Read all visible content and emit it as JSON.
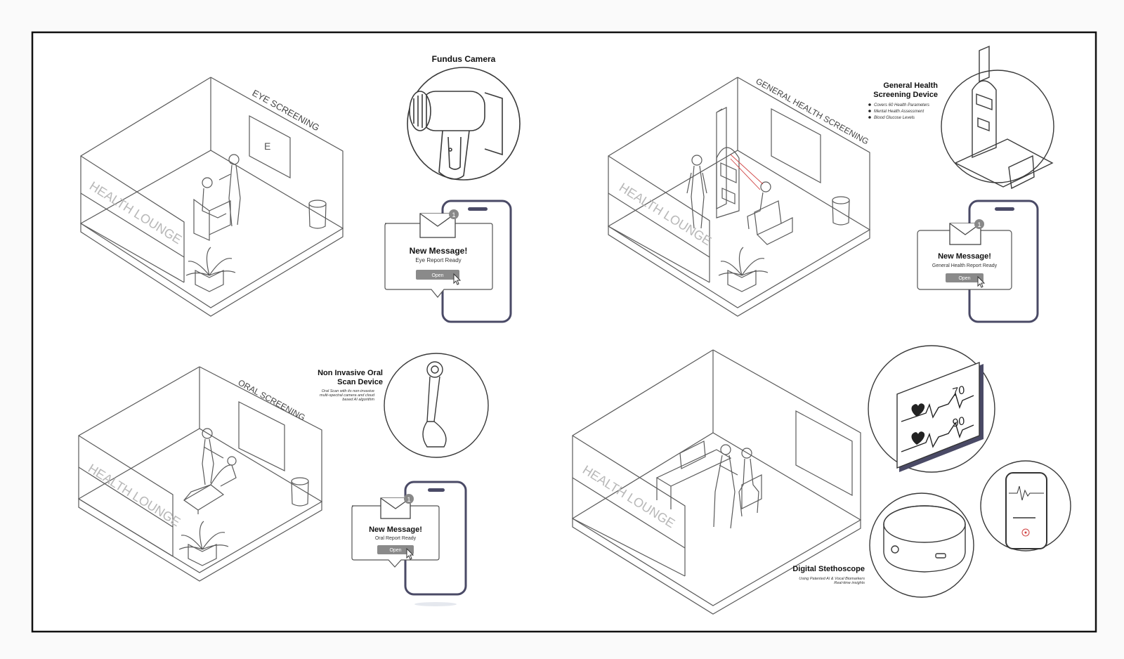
{
  "rooms": {
    "eye": {
      "wall_label": "EYE SCREENING",
      "lounge_label": "HEALTH LOUNGE",
      "chart_letter": "E"
    },
    "general": {
      "wall_label": "GENERAL HEALTH SCREENING",
      "lounge_label": "HEALTH LOUNGE"
    },
    "oral": {
      "wall_label": "ORAL SCREENING",
      "lounge_label": "HEALTH LOUNGE"
    },
    "stetho": {
      "lounge_label": "HEALTH LOUNGE"
    }
  },
  "devices": {
    "fundus": {
      "title": "Fundus Camera"
    },
    "general": {
      "title_line1": "General Health",
      "title_line2": "Screening Device",
      "bullets": [
        "Covers 60 Health Parameters",
        "Mental Health Assessment",
        "Blood Glucose Levels"
      ]
    },
    "oral": {
      "title_line1": "Non Invasive Oral",
      "title_line2": "Scan Device",
      "desc_line1": "Oral Scan with its non-invasive",
      "desc_line2": "multi-spectral camera and cloud",
      "desc_line3": "based AI algorithm"
    },
    "stethoscope": {
      "title": "Digital Stethoscope",
      "desc_line1": "Using Patented AI & Vocal Biomarkers",
      "desc_line2": "Real-time insights"
    }
  },
  "monitor": {
    "reading_top": "70",
    "reading_bottom": "90"
  },
  "notifications": {
    "eye": {
      "badge": "1",
      "title": "New Message!",
      "subtitle": "Eye Report Ready",
      "button": "Open"
    },
    "general": {
      "badge": "1",
      "title": "New Message!",
      "subtitle": "General Health Report Ready",
      "button": "Open"
    },
    "oral": {
      "badge": "1",
      "title": "New Message!",
      "subtitle": "Oral Report Ready",
      "button": "Open"
    }
  },
  "colors": {
    "line": "#5a5a5a",
    "frame": "#111111",
    "phone": "#4a4a66",
    "button": "#8a8a8a",
    "laser": "#d04040",
    "background": "#fafafa"
  }
}
